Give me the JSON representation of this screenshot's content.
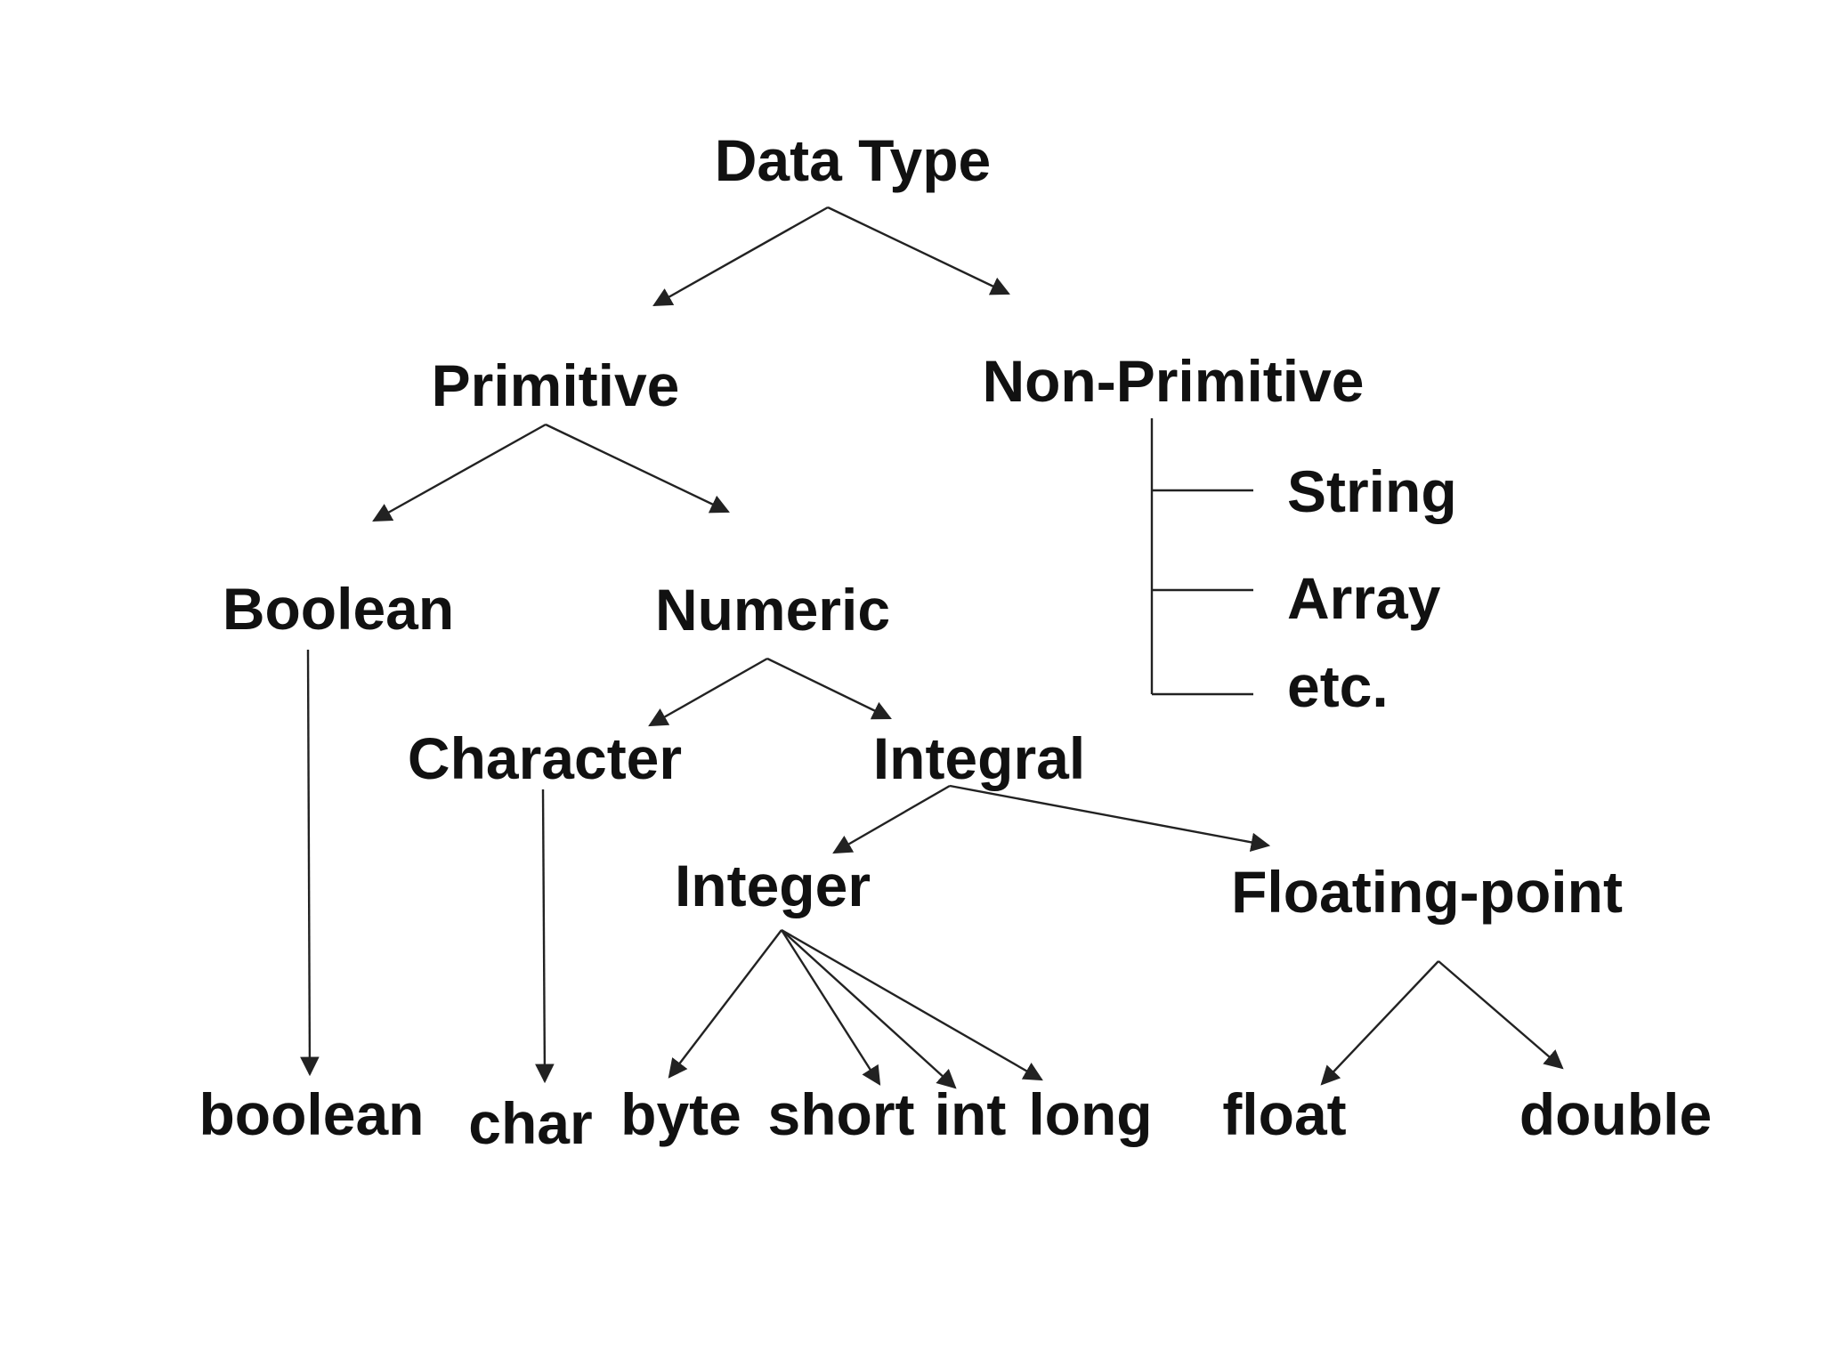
{
  "diagram": {
    "type": "tree",
    "nodes": {
      "data_type": "Data Type",
      "primitive": "Primitive",
      "non_primitive": "Non-Primitive",
      "boolean_category": "Boolean",
      "numeric": "Numeric",
      "string": "String",
      "array": "Array",
      "etc": "etc.",
      "character": "Character",
      "integral": "Integral",
      "integer": "Integer",
      "floating_point": "Floating-point",
      "boolean": "boolean",
      "char": "char",
      "byte": "byte",
      "short": "short",
      "int": "int",
      "long": "long",
      "float": "float",
      "double": "double"
    },
    "edges": [
      [
        "data_type",
        "primitive"
      ],
      [
        "data_type",
        "non_primitive"
      ],
      [
        "primitive",
        "boolean_category"
      ],
      [
        "primitive",
        "numeric"
      ],
      [
        "non_primitive",
        "string"
      ],
      [
        "non_primitive",
        "array"
      ],
      [
        "non_primitive",
        "etc"
      ],
      [
        "numeric",
        "character"
      ],
      [
        "numeric",
        "integral"
      ],
      [
        "boolean_category",
        "boolean"
      ],
      [
        "character",
        "char"
      ],
      [
        "integral",
        "integer"
      ],
      [
        "integral",
        "floating_point"
      ],
      [
        "integer",
        "byte"
      ],
      [
        "integer",
        "short"
      ],
      [
        "integer",
        "int"
      ],
      [
        "integer",
        "long"
      ],
      [
        "floating_point",
        "float"
      ],
      [
        "floating_point",
        "double"
      ]
    ],
    "colors": {
      "text": "#111111",
      "lines": "#222222",
      "background": "#ffffff"
    }
  }
}
